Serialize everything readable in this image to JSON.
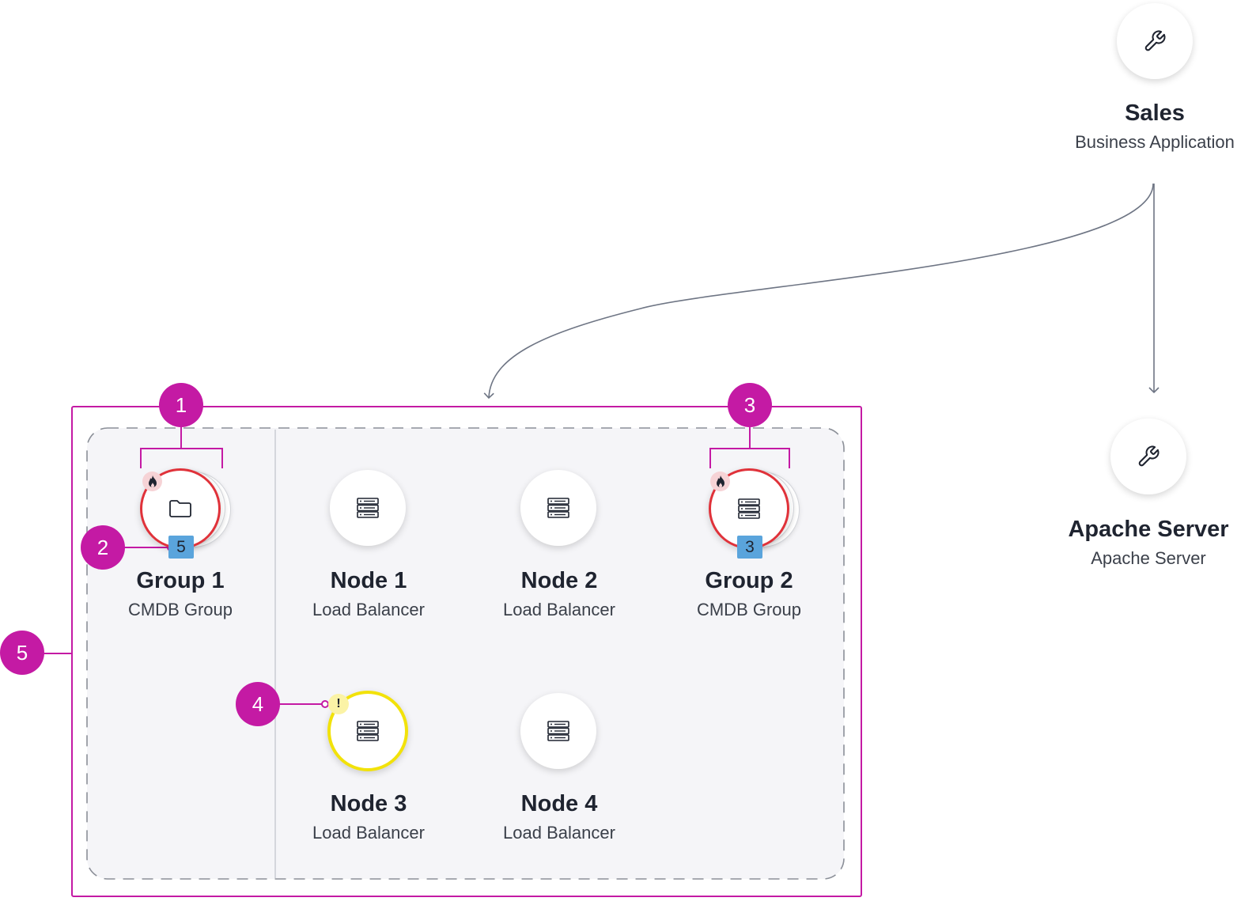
{
  "nodes": {
    "sales": {
      "title": "Sales",
      "subtitle": "Business Application",
      "icon": "wrench-icon"
    },
    "apache": {
      "title": "Apache Server",
      "subtitle": "Apache Server",
      "icon": "wrench-icon"
    },
    "group1": {
      "title": "Group 1",
      "subtitle": "CMDB Group",
      "icon": "folder-icon",
      "count": "5",
      "status": "critical"
    },
    "group2": {
      "title": "Group 2",
      "subtitle": "CMDB Group",
      "icon": "server-icon",
      "count": "3",
      "status": "critical"
    },
    "node1": {
      "title": "Node 1",
      "subtitle": "Load Balancer",
      "icon": "server-icon"
    },
    "node2": {
      "title": "Node 2",
      "subtitle": "Load Balancer",
      "icon": "server-icon"
    },
    "node3": {
      "title": "Node 3",
      "subtitle": "Load Balancer",
      "icon": "server-icon",
      "status": "warning",
      "warning_mark": "!"
    },
    "node4": {
      "title": "Node 4",
      "subtitle": "Load Balancer",
      "icon": "server-icon"
    }
  },
  "callouts": [
    "1",
    "2",
    "3",
    "4",
    "5"
  ],
  "colors": {
    "callout": "#c41aa4",
    "critical": "#e0323a",
    "warning": "#f2e20a",
    "count_badge": "#5aa4dc",
    "edge": "#6e7584"
  }
}
